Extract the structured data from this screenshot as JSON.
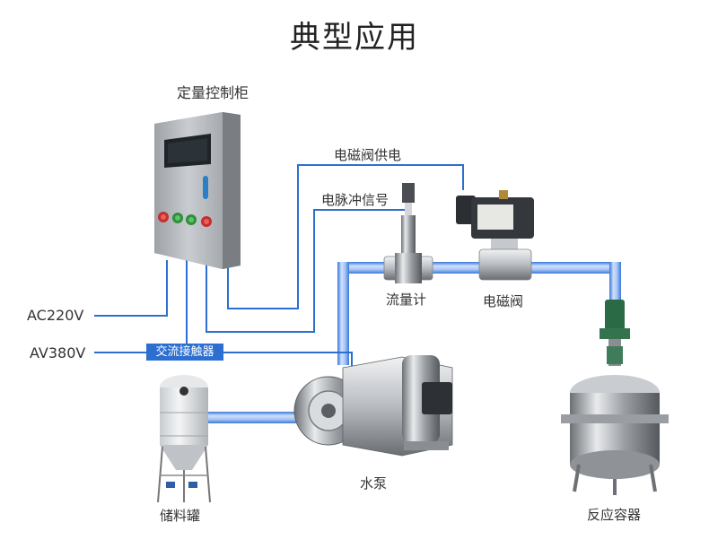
{
  "title": "典型应用",
  "labels": {
    "control_cabinet": "定量控制柜",
    "valve_power": "电磁阀供电",
    "pulse_signal": "电脉冲信号",
    "flowmeter": "流量计",
    "solenoid_valve": "电磁阀",
    "ac220": "AC220V",
    "av380": "AV380V",
    "contactor": "交流接触器",
    "tank": "储料罐",
    "pump": "水泵",
    "reactor": "反应容器"
  },
  "colors": {
    "wire": "#2d6fd1",
    "pipe": "#8fb4f0",
    "pipe_edge": "#3a78d8",
    "steel_light": "#e2e4e7",
    "steel_mid": "#a9adb3",
    "steel_dark": "#5d6166",
    "cabinet": "#b8bbbf"
  },
  "icons": [
    "cabinet-illustration",
    "flowmeter-illustration",
    "valve-illustration",
    "tank-illustration",
    "pump-illustration",
    "reactor-illustration"
  ]
}
